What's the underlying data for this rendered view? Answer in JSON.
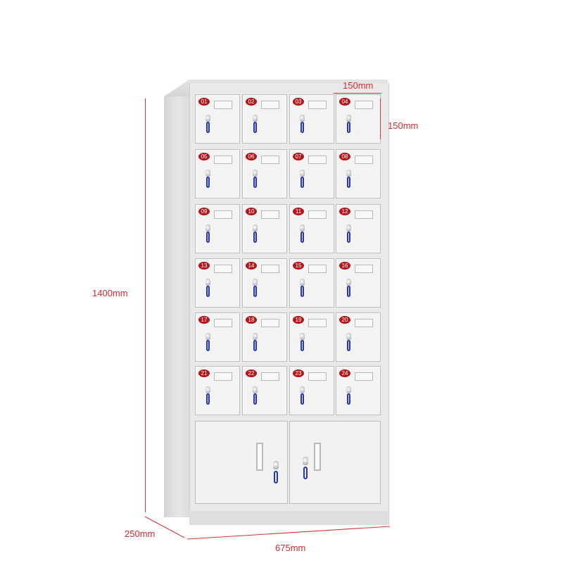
{
  "product": {
    "compartments": [
      "01",
      "02",
      "03",
      "04",
      "05",
      "06",
      "07",
      "08",
      "09",
      "10",
      "11",
      "12",
      "13",
      "14",
      "15",
      "16",
      "17",
      "18",
      "19",
      "20",
      "21",
      "22",
      "23",
      "24"
    ],
    "colors": {
      "cabinet": "#e9e9e9",
      "number_badge": "#b3161a",
      "key_tag": "#2633c9",
      "dimension": "#d62b33"
    }
  },
  "dimensions": {
    "compartment_width": "150mm",
    "compartment_height": "150mm",
    "height": "1400mm",
    "depth": "250mm",
    "width": "675mm"
  }
}
